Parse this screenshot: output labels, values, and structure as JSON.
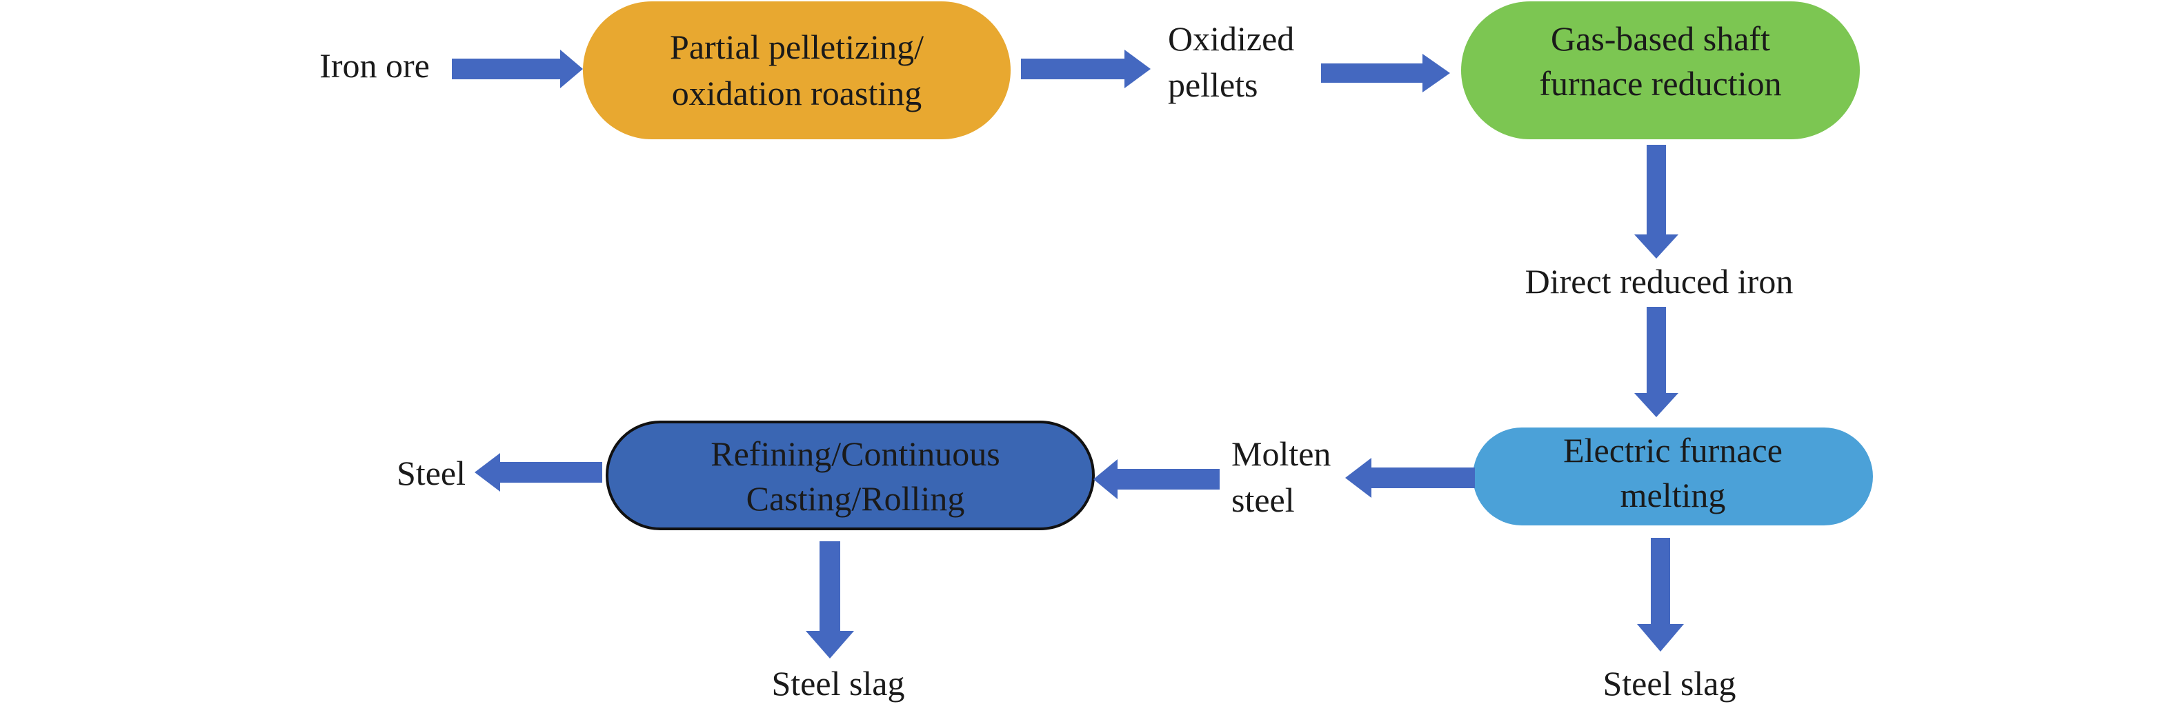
{
  "colors": {
    "arrow": "#4468c0",
    "pelletizing": "#e8a830",
    "shaft_furnace": "#7cc652",
    "electric_furnace": "#4ba1d8",
    "refining": "#3a66b3",
    "refining_border": "#111111"
  },
  "nodes": {
    "iron_ore": "Iron ore",
    "pelletizing_line1": "Partial pelletizing/",
    "pelletizing_line2": "oxidation roasting",
    "oxidized_line1": "Oxidized",
    "oxidized_line2": "pellets",
    "shaft_line1": "Gas-based shaft",
    "shaft_line2": "furnace reduction",
    "dri": "Direct reduced iron",
    "electric_line1": "Electric furnace",
    "electric_line2": "melting",
    "molten_line1": "Molten",
    "molten_line2": "steel",
    "refining_line1": "Refining/Continuous",
    "refining_line2": "Casting/Rolling",
    "steel": "Steel",
    "slag_left": "Steel slag",
    "slag_right": "Steel slag"
  }
}
